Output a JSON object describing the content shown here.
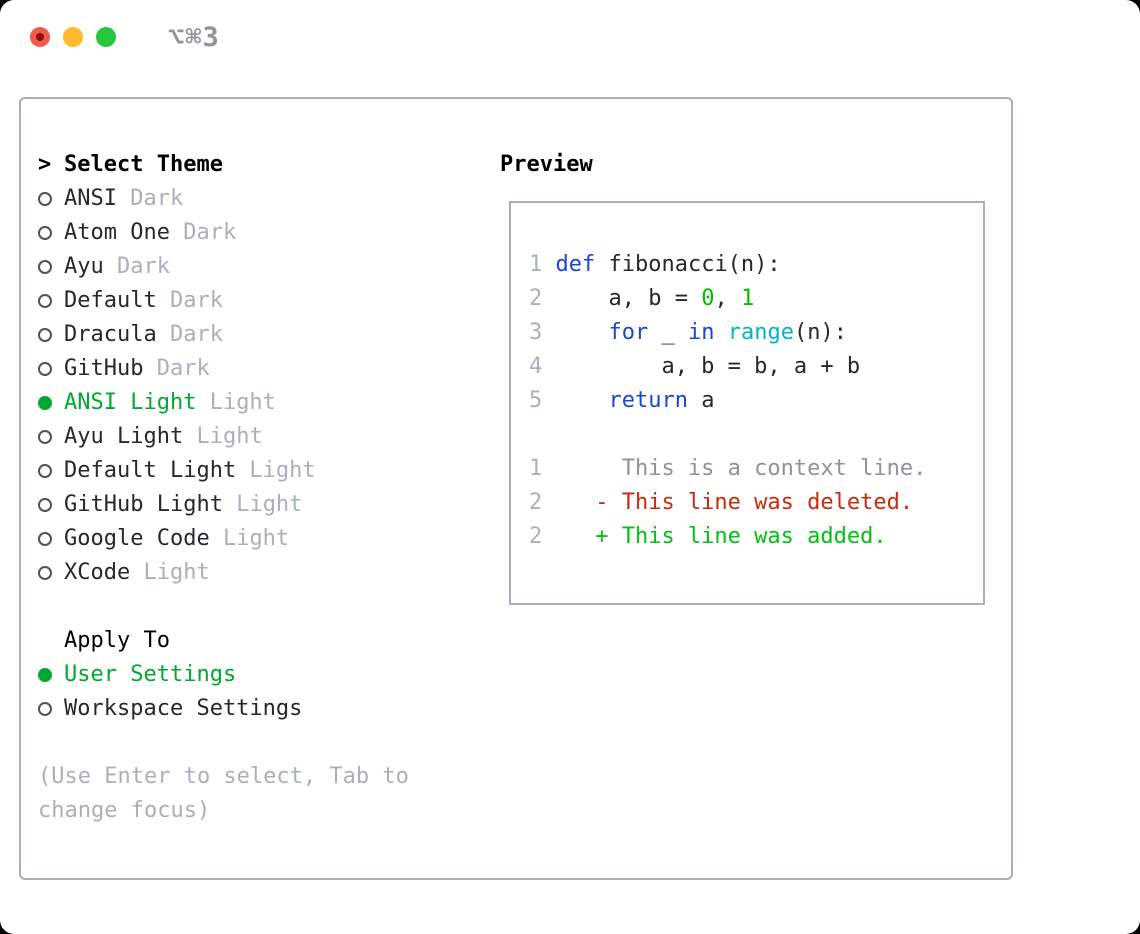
{
  "titlebar": {
    "shortcut": "⌥⌘3"
  },
  "theme_picker": {
    "prompt": ">",
    "title": "Select Theme",
    "themes": [
      {
        "name": "ANSI",
        "variant": "Dark",
        "selected": false
      },
      {
        "name": "Atom One",
        "variant": "Dark",
        "selected": false
      },
      {
        "name": "Ayu",
        "variant": "Dark",
        "selected": false
      },
      {
        "name": "Default",
        "variant": "Dark",
        "selected": false
      },
      {
        "name": "Dracula",
        "variant": "Dark",
        "selected": false
      },
      {
        "name": "GitHub",
        "variant": "Dark",
        "selected": false
      },
      {
        "name": "ANSI Light",
        "variant": "Light",
        "selected": true
      },
      {
        "name": "Ayu Light",
        "variant": "Light",
        "selected": false
      },
      {
        "name": "Default Light",
        "variant": "Light",
        "selected": false
      },
      {
        "name": "GitHub Light",
        "variant": "Light",
        "selected": false
      },
      {
        "name": "Google Code",
        "variant": "Light",
        "selected": false
      },
      {
        "name": "XCode",
        "variant": "Light",
        "selected": false
      }
    ],
    "apply_to": {
      "title": "Apply To",
      "options": [
        {
          "name": "User Settings",
          "selected": true
        },
        {
          "name": "Workspace Settings",
          "selected": false
        }
      ]
    },
    "hint": "(Use Enter to select, Tab to\nchange focus)"
  },
  "preview": {
    "title": "Preview",
    "code_lines": [
      {
        "num": "1",
        "segments": [
          {
            "text": "def",
            "style": "keyword"
          },
          {
            "text": " fibonacci(n):",
            "style": "plain"
          }
        ]
      },
      {
        "num": "2",
        "segments": [
          {
            "text": "    a, b = ",
            "style": "plain"
          },
          {
            "text": "0",
            "style": "number"
          },
          {
            "text": ", ",
            "style": "plain"
          },
          {
            "text": "1",
            "style": "number"
          }
        ]
      },
      {
        "num": "3",
        "segments": [
          {
            "text": "    ",
            "style": "plain"
          },
          {
            "text": "for",
            "style": "keyword"
          },
          {
            "text": " _ ",
            "style": "plain"
          },
          {
            "text": "in",
            "style": "keyword"
          },
          {
            "text": " ",
            "style": "plain"
          },
          {
            "text": "range",
            "style": "builtin"
          },
          {
            "text": "(n):",
            "style": "plain"
          }
        ]
      },
      {
        "num": "4",
        "segments": [
          {
            "text": "        a, b = b, a + b",
            "style": "plain"
          }
        ]
      },
      {
        "num": "5",
        "segments": [
          {
            "text": "    ",
            "style": "plain"
          },
          {
            "text": "return",
            "style": "keyword"
          },
          {
            "text": " a",
            "style": "plain"
          }
        ]
      }
    ],
    "diff_lines": [
      {
        "num": "1",
        "segments": [
          {
            "text": "     This is a context line.",
            "style": "context"
          }
        ]
      },
      {
        "num": "2",
        "segments": [
          {
            "text": "   - This line was deleted.",
            "style": "deleted"
          }
        ]
      },
      {
        "num": "2",
        "segments": [
          {
            "text": "   + This line was added.",
            "style": "added"
          }
        ]
      }
    ]
  },
  "colors": {
    "selection_green": "#00a832",
    "keyword_blue": "#1b46d3",
    "builtin_cyan": "#00b4c8",
    "number_green": "#00bb00",
    "diff_red": "#c9290e",
    "diff_added_green": "#00c213",
    "muted_gray": "#a7b1bc",
    "context_gray": "#8b939c",
    "border_gray": "#a7afb9",
    "traffic_red": "#f4574d",
    "traffic_yellow": "#fdbb2d",
    "traffic_green": "#27c83f"
  }
}
